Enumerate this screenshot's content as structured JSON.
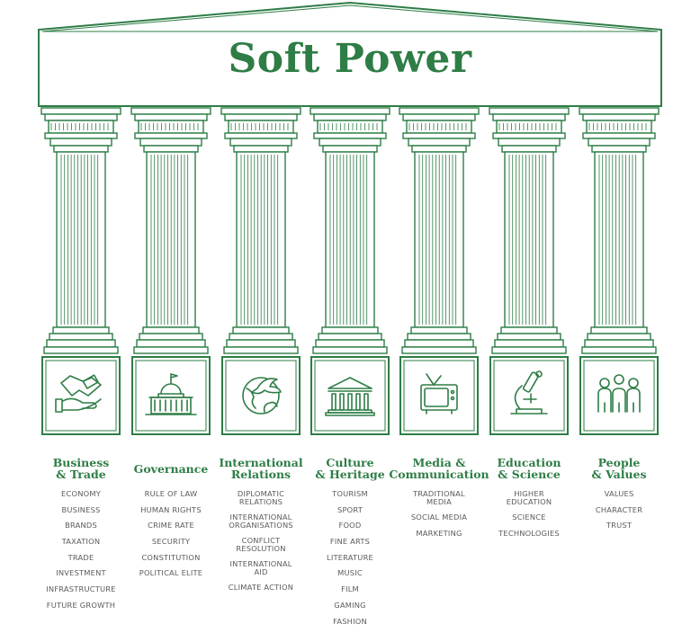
{
  "title": "Soft Power",
  "colors": {
    "accent": "#2e7d46",
    "text": "#5a5a5a"
  },
  "pillars": [
    {
      "icon": "handshake-money-icon",
      "title_lines": [
        "Business",
        "& Trade"
      ],
      "items": [
        "ECONOMY",
        "BUSINESS",
        "BRANDS",
        "TAXATION",
        "TRADE",
        "INVESTMENT",
        "INFRASTRUCTURE",
        "FUTURE GROWTH"
      ]
    },
    {
      "icon": "capitol-building-icon",
      "title_lines": [
        "Governance"
      ],
      "items": [
        "RULE OF LAW",
        "HUMAN RIGHTS",
        "CRIME RATE",
        "SECURITY",
        "CONSTITUTION",
        "POLITICAL ELITE"
      ]
    },
    {
      "icon": "globe-dove-icon",
      "title_lines": [
        "International",
        "Relations"
      ],
      "items": [
        "DIPLOMATIC\nRELATIONS",
        "INTERNATIONAL\nORGANISATIONS",
        "CONFLICT\nRESOLUTION",
        "INTERNATIONAL\nAID",
        "CLIMATE ACTION"
      ]
    },
    {
      "icon": "museum-icon",
      "title_lines": [
        "Culture",
        "& Heritage"
      ],
      "items": [
        "TOURISM",
        "SPORT",
        "FOOD",
        "FINE ARTS",
        "LITERATURE",
        "MUSIC",
        "FILM",
        "GAMING",
        "FASHION"
      ]
    },
    {
      "icon": "television-icon",
      "title_lines": [
        "Media &",
        "Communication"
      ],
      "items": [
        "TRADITIONAL\nMEDIA",
        "SOCIAL MEDIA",
        "MARKETING"
      ]
    },
    {
      "icon": "microscope-icon",
      "title_lines": [
        "Education",
        "& Science"
      ],
      "items": [
        "HIGHER\nEDUCATION",
        "SCIENCE",
        "TECHNOLOGIES"
      ]
    },
    {
      "icon": "people-group-icon",
      "title_lines": [
        "People",
        "& Values"
      ],
      "items": [
        "VALUES",
        "CHARACTER",
        "TRUST"
      ]
    }
  ]
}
